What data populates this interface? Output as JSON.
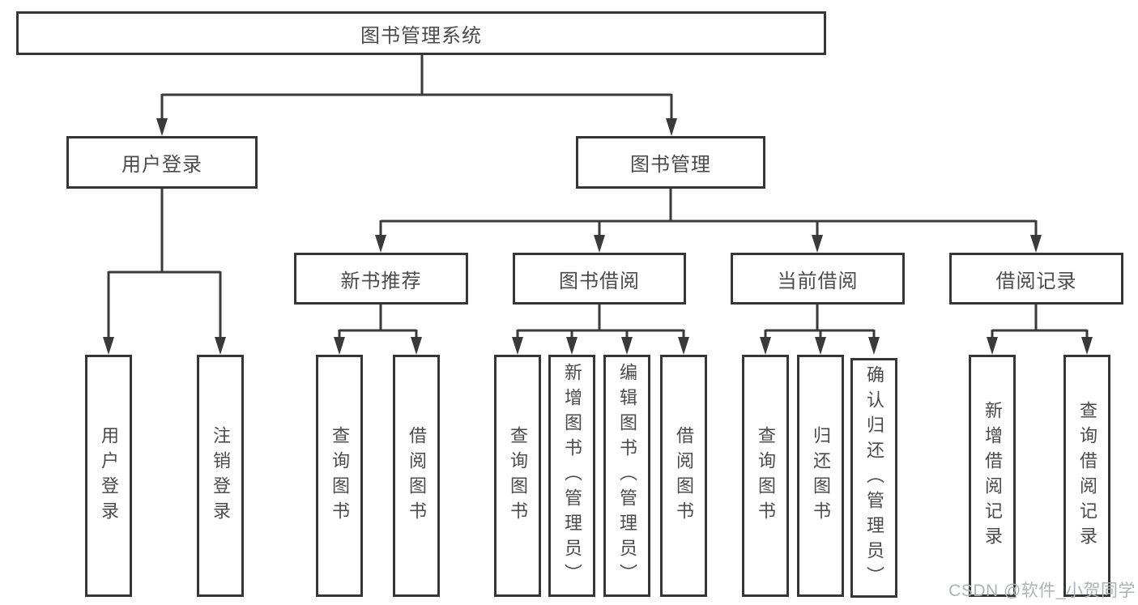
{
  "diagram": {
    "root": "图书管理系统",
    "login_branch": {
      "label": "用户登录",
      "children": [
        "用户登录",
        "注销登录"
      ]
    },
    "management_branch": {
      "label": "图书管理",
      "sections": [
        {
          "label": "新书推荐",
          "children": [
            "查询图书",
            "借阅图书"
          ]
        },
        {
          "label": "图书借阅",
          "children": [
            "查询图书",
            "新增图书（管理员）",
            "编辑图书（管理员）",
            "借阅图书"
          ]
        },
        {
          "label": "当前借阅",
          "children": [
            "查询图书",
            "归还图书",
            "确认归还（管理员）"
          ]
        },
        {
          "label": "借阅记录",
          "children": [
            "新增借阅记录",
            "查询借阅记录"
          ]
        }
      ]
    },
    "watermark": "CSDN @软件_小贺同学",
    "colors": {
      "line": "#3a3a3a",
      "text": "#4b4b4b",
      "watermark": "#aeb1b7"
    }
  }
}
